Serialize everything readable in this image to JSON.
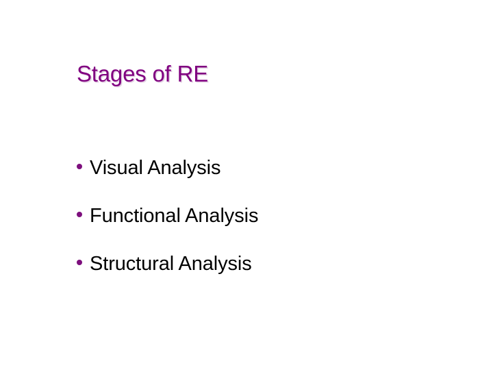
{
  "slide": {
    "title": "Stages of RE",
    "background_color": "#ffffff",
    "title_color": "#800080",
    "bullet_marker_color": "#7d0f7d",
    "bullet_text_color": "#000000",
    "bullets": [
      {
        "label": "Visual Analysis"
      },
      {
        "label": "Functional Analysis"
      },
      {
        "label": "Structural Analysis"
      }
    ]
  }
}
